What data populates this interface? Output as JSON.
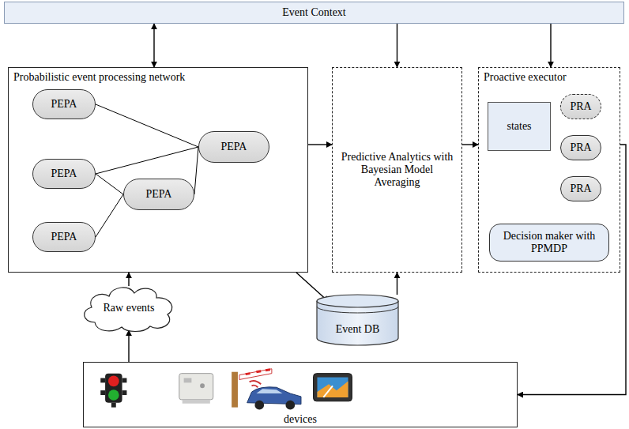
{
  "diagram": {
    "nodes": [
      {
        "text": [
          "Event Context"
        ]
      },
      {
        "text": [
          "Probabilistic event processing network"
        ]
      },
      {
        "text": [
          "PEPA"
        ],
        "in": 1
      },
      {
        "text": [
          "PEPA"
        ],
        "in": 1
      },
      {
        "text": [
          "PEPA"
        ],
        "in": 1
      },
      {
        "text": [
          "PEPA"
        ],
        "in": 1
      },
      {
        "text": [
          "PEPA"
        ],
        "in": 1
      },
      {
        "text": [
          "Predictive Analytics with Bayesian Model Averaging"
        ]
      },
      {
        "text": [
          "Proactive executor"
        ]
      },
      {
        "text": [
          "states"
        ],
        "in": 8
      },
      {
        "text": [
          "PRA"
        ],
        "in": 8
      },
      {
        "text": [
          "PRA"
        ],
        "in": 8
      },
      {
        "text": [
          "PRA"
        ],
        "in": 8
      },
      {
        "text": [
          "Decision maker with PPMDP"
        ],
        "in": 8
      },
      {
        "text": [
          "Raw events"
        ]
      },
      {
        "text": [
          "Event DB"
        ]
      },
      {
        "text": [
          "devices"
        ]
      }
    ],
    "edges": [
      {
        "from": 0,
        "to": 1,
        "arrow": "both"
      },
      {
        "from": 0,
        "to": 7,
        "arrow": "to"
      },
      {
        "from": 0,
        "to": 8,
        "arrow": "to"
      },
      {
        "from": 2,
        "to": 3,
        "arrow": "none"
      },
      {
        "from": 4,
        "to": 3,
        "arrow": "none"
      },
      {
        "from": 4,
        "to": 5,
        "arrow": "none"
      },
      {
        "from": 5,
        "to": 3,
        "arrow": "none"
      },
      {
        "from": 6,
        "to": 5,
        "arrow": "none"
      },
      {
        "from": 1,
        "to": 7,
        "arrow": "to"
      },
      {
        "from": 7,
        "to": 8,
        "arrow": "to"
      },
      {
        "from": 8,
        "to": 16,
        "arrow": "to"
      },
      {
        "from": 1,
        "to": 15,
        "arrow": "to"
      },
      {
        "from": 15,
        "to": 7,
        "arrow": "to"
      },
      {
        "from": 14,
        "to": 1,
        "arrow": "to"
      },
      {
        "from": 16,
        "to": 14,
        "arrow": "to"
      }
    ]
  }
}
